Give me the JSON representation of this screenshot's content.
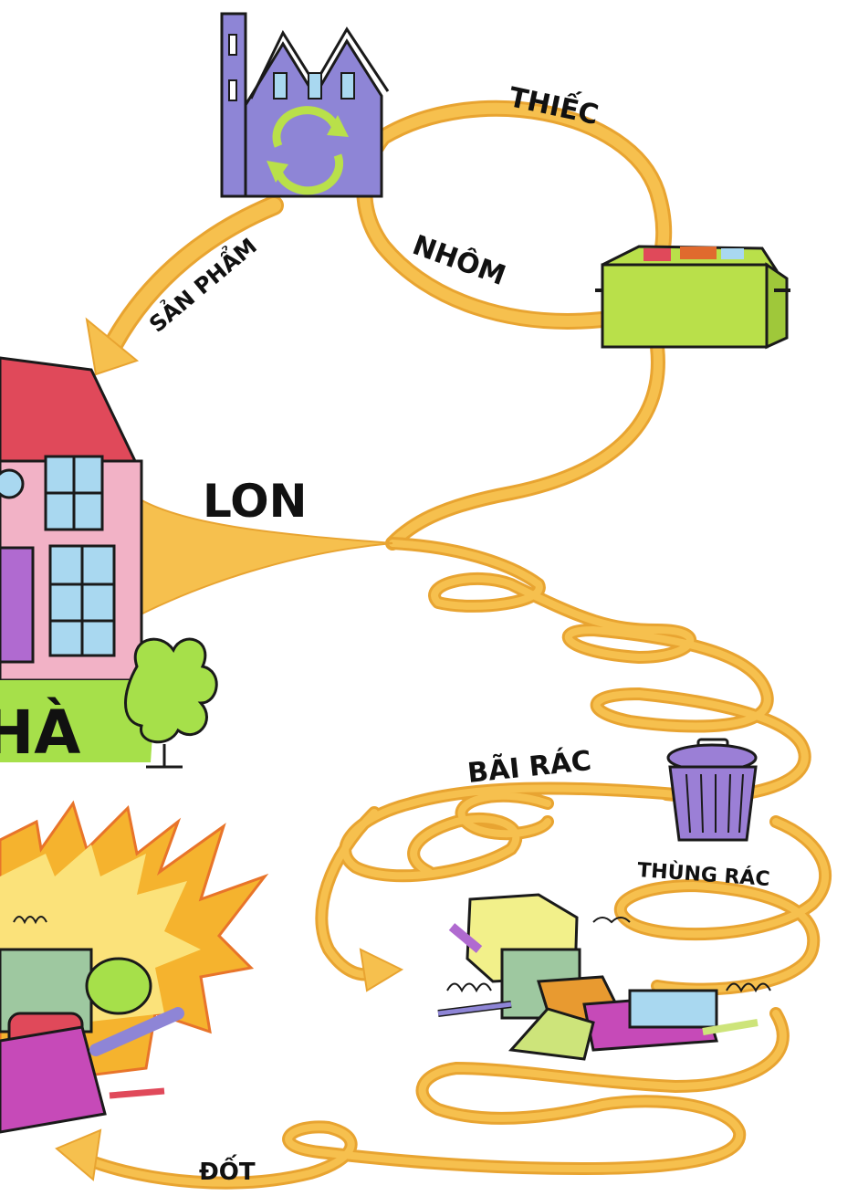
{
  "labels": {
    "thiec": "THIẾC",
    "san_pham": "SẢN PHẨM",
    "nhom": "NHÔM",
    "lon": "LON",
    "nha": "HÀ",
    "bai_rac": "BÃI RÁC",
    "thung_rac": "THÙNG RÁC",
    "dot": "ĐỐT"
  },
  "colors": {
    "path": "#f6c04e",
    "path_edge": "#e8a431",
    "factory": "#8e85d6",
    "recycle_bin": "#b9e04a",
    "roof": "#e0495a",
    "house_wall": "#f2b2c6",
    "window": "#a9d8f0",
    "lawn": "#a6e04a",
    "trash_can": "#9b7fd6",
    "fire_outer": "#f5b32e",
    "fire_inner": "#fbe27a"
  },
  "icons": [
    "factory-icon",
    "recycle-arrows-icon",
    "recycling-bin-icon",
    "house-icon",
    "bush-icon",
    "trash-can-icon",
    "junk-pile-icon",
    "fire-icon"
  ]
}
